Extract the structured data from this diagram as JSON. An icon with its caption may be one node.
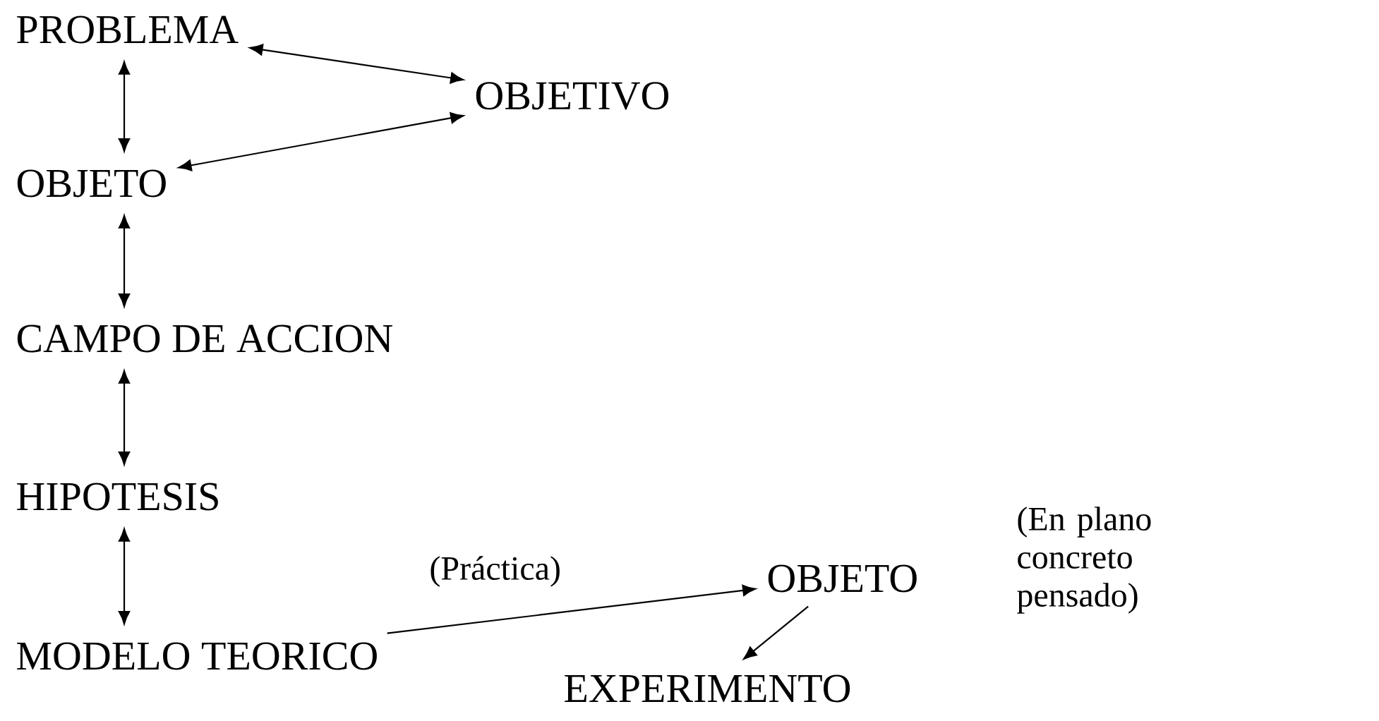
{
  "diagram": {
    "nodes": [
      {
        "text": [
          "PROBLEMA"
        ]
      },
      {
        "text": [
          "OBJETIVO"
        ]
      },
      {
        "text": [
          "OBJETO"
        ]
      },
      {
        "text": [
          "CAMPO DE ACCION"
        ]
      },
      {
        "text": [
          "HIPOTESIS"
        ]
      },
      {
        "text": [
          "MODELO TEORICO"
        ]
      },
      {
        "text": [
          "OBJETO"
        ]
      },
      {
        "text": [
          "EXPERIMENTO"
        ]
      }
    ],
    "edges": [
      {
        "from": 0,
        "to": 1,
        "arrow": "both"
      },
      {
        "from": 0,
        "to": 2,
        "arrow": "both"
      },
      {
        "from": 2,
        "to": 1,
        "arrow": "both"
      },
      {
        "from": 2,
        "to": 3,
        "arrow": "both"
      },
      {
        "from": 3,
        "to": 4,
        "arrow": "both"
      },
      {
        "from": 4,
        "to": 5,
        "arrow": "both"
      },
      {
        "from": 5,
        "to": 6,
        "arrow": "to"
      },
      {
        "from": 6,
        "to": 7,
        "arrow": "to"
      }
    ],
    "labels": [
      "(Práctica)",
      "(En plano concreto pensado)"
    ]
  }
}
